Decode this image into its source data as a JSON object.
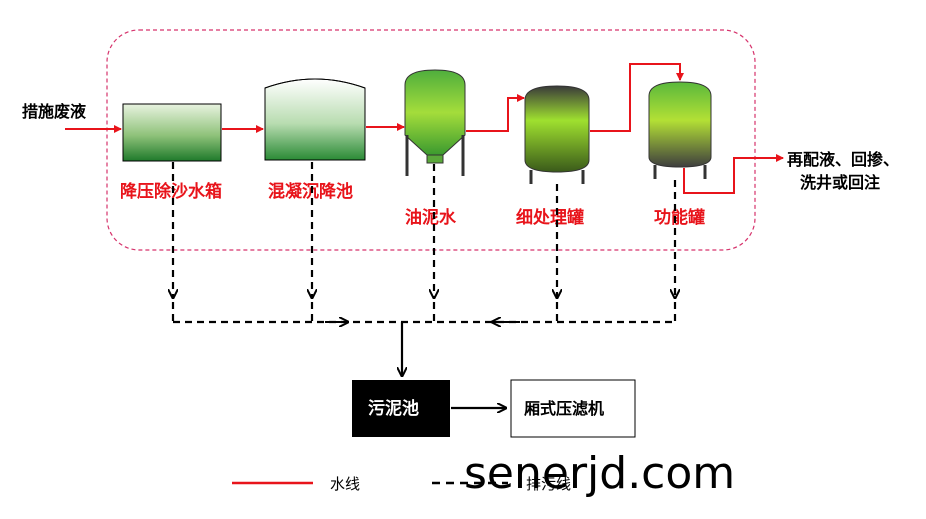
{
  "inputs": {
    "left": "措施废液",
    "right_line1": "再配液、回掺、",
    "right_line2": "洗井或回注"
  },
  "units": {
    "tank1": "降压除沙水箱",
    "tank2": "混凝沉降池",
    "tank3": "油泥水",
    "tank4": "细处理罐",
    "tank5": "功能罐"
  },
  "bottom": {
    "sludge_pool": "污泥池",
    "filter_press": "厢式压滤机"
  },
  "legend": {
    "water_line": "水线",
    "sludge_line": "排污线"
  },
  "watermark": "senerjd.com",
  "colors": {
    "water": "#e8141b",
    "sludge": "#000000",
    "boundary": "#d6336c",
    "tank_green": "#2e8b2e"
  }
}
